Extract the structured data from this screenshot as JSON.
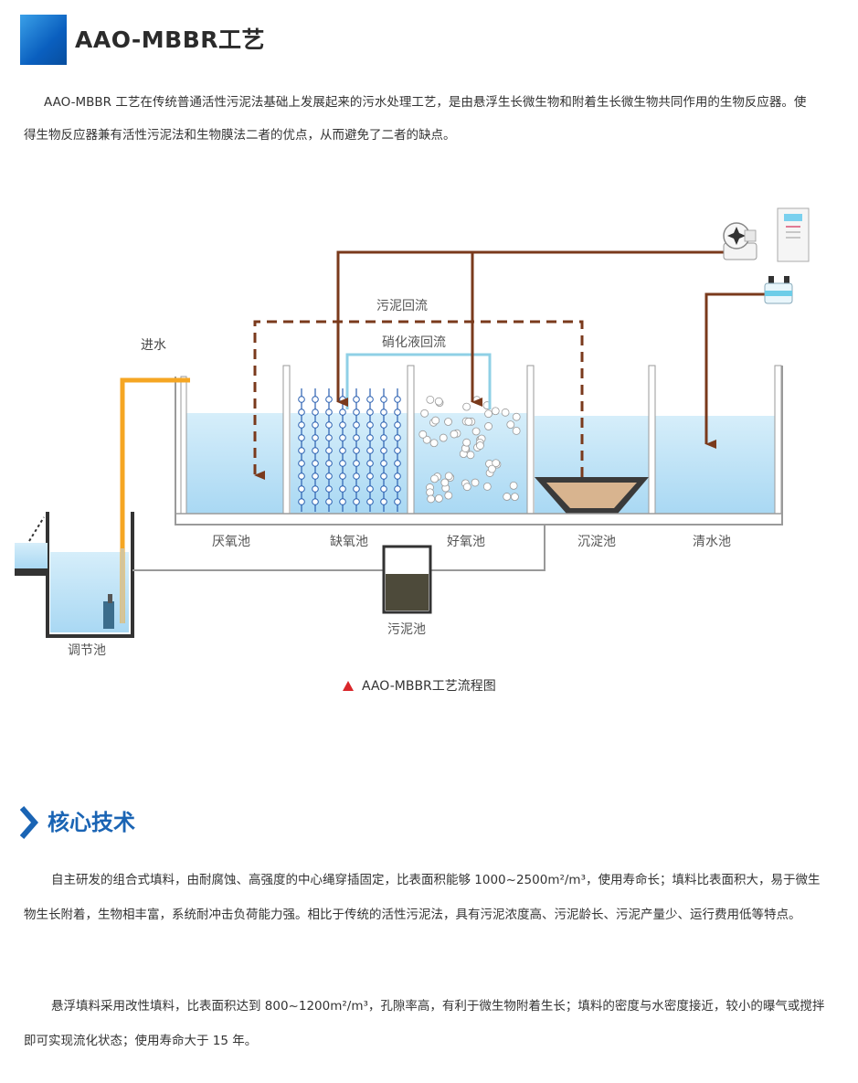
{
  "header": {
    "title": "AAO-MBBR工艺"
  },
  "intro": "AAO-MBBR 工艺在传统普通活性污泥法基础上发展起来的污水处理工艺，是由悬浮生长微生物和附着生长微生物共同作用的生物反应器。使得生物反应器兼有活性污泥法和生物膜法二者的优点，从而避免了二者的缺点。",
  "diagram": {
    "labels": {
      "inlet": "进水",
      "sludge_return": "污泥回流",
      "nitrate_return": "硝化液回流",
      "anaerobic": "厌氧池",
      "anoxic": "缺氧池",
      "aerobic": "好氧池",
      "sedimentation": "沉淀池",
      "clear_water": "清水池",
      "sludge_tank": "污泥池",
      "regulating": "调节池"
    },
    "caption": "AAO-MBBR工艺流程图",
    "colors": {
      "water": "#bfe3f7",
      "sludge_pipe": "#7a3a1c",
      "inlet_pipe": "#f5a623",
      "nitrate_pipe": "#8fd0e6",
      "caption_marker": "#d9262a"
    }
  },
  "core": {
    "title": "核心技术",
    "p1": "自主研发的组合式填料，由耐腐蚀、高强度的中心绳穿插固定，比表面积能够 1000~2500m²/m³，使用寿命长；填料比表面积大，易于微生物生长附着，生物相丰富，系统耐冲击负荷能力强。相比于传统的活性污泥法，具有污泥浓度高、污泥龄长、污泥产量少、运行费用低等特点。",
    "p2": "悬浮填料采用改性填料，比表面积达到 800~1200m²/m³，孔隙率高，有利于微生物附着生长；填料的密度与水密度接近，较小的曝气或搅拌即可实现流化状态；使用寿命大于 15 年。"
  }
}
